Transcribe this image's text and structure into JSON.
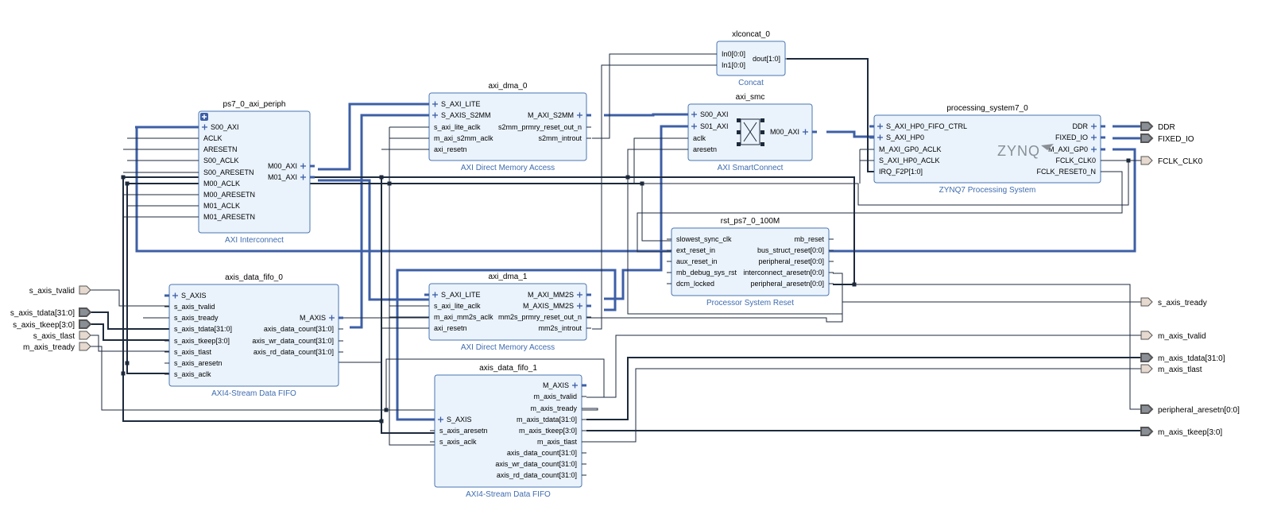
{
  "blocks": {
    "ps7_0_axi_periph": {
      "name": "ps7_0_axi_periph",
      "subtitle": "AXI Interconnect",
      "left_pins": [
        "S00_AXI",
        "ACLK",
        "ARESETN",
        "S00_ACLK",
        "S00_ARESETN",
        "M00_ACLK",
        "M00_ARESETN",
        "M01_ACLK",
        "M01_ARESETN"
      ],
      "right_pins": [
        "M00_AXI",
        "M01_AXI"
      ]
    },
    "axi_dma_0": {
      "name": "axi_dma_0",
      "subtitle": "AXI Direct Memory Access",
      "left_pins": [
        "S_AXI_LITE",
        "S_AXIS_S2MM",
        "s_axi_lite_aclk",
        "m_axi_s2mm_aclk",
        "axi_resetn"
      ],
      "right_pins": [
        "M_AXI_S2MM",
        "s2mm_prmry_reset_out_n",
        "s2mm_introut"
      ]
    },
    "xlconcat_0": {
      "name": "xlconcat_0",
      "subtitle": "Concat",
      "left_pins": [
        "In0[0:0]",
        "In1[0:0]"
      ],
      "right_pins": [
        "dout[1:0]"
      ]
    },
    "axi_smc": {
      "name": "axi_smc",
      "subtitle": "AXI SmartConnect",
      "left_pins": [
        "S00_AXI",
        "S01_AXI",
        "aclk",
        "aresetn"
      ],
      "right_pins": [
        "M00_AXI"
      ]
    },
    "processing_system7_0": {
      "name": "processing_system7_0",
      "subtitle": "ZYNQ7 Processing System",
      "logo": "ZYNQ",
      "left_pins": [
        "S_AXI_HP0_FIFO_CTRL",
        "S_AXI_HP0",
        "M_AXI_GP0_ACLK",
        "S_AXI_HP0_ACLK",
        "IRQ_F2P[1:0]"
      ],
      "right_pins": [
        "DDR",
        "FIXED_IO",
        "M_AXI_GP0",
        "FCLK_CLK0",
        "FCLK_RESET0_N"
      ]
    },
    "rst_ps7_0_100M": {
      "name": "rst_ps7_0_100M",
      "subtitle": "Processor System Reset",
      "left_pins": [
        "slowest_sync_clk",
        "ext_reset_in",
        "aux_reset_in",
        "mb_debug_sys_rst",
        "dcm_locked"
      ],
      "right_pins": [
        "mb_reset",
        "bus_struct_reset[0:0]",
        "peripheral_reset[0:0]",
        "interconnect_aresetn[0:0]",
        "peripheral_aresetn[0:0]"
      ]
    },
    "axis_data_fifo_0": {
      "name": "axis_data_fifo_0",
      "subtitle": "AXI4-Stream Data FIFO",
      "left_pins": [
        "S_AXIS",
        "s_axis_tvalid",
        "s_axis_tready",
        "s_axis_tdata[31:0]",
        "s_axis_tkeep[3:0]",
        "s_axis_tlast",
        "s_axis_aresetn",
        "s_axis_aclk"
      ],
      "right_pins": [
        "M_AXIS",
        "axis_data_count[31:0]",
        "axis_wr_data_count[31:0]",
        "axis_rd_data_count[31:0]"
      ]
    },
    "axi_dma_1": {
      "name": "axi_dma_1",
      "subtitle": "AXI Direct Memory Access",
      "left_pins": [
        "S_AXI_LITE",
        "s_axi_lite_aclk",
        "m_axi_mm2s_aclk",
        "axi_resetn"
      ],
      "right_pins": [
        "M_AXI_MM2S",
        "M_AXIS_MM2S",
        "mm2s_prmry_reset_out_n",
        "mm2s_introut"
      ]
    },
    "axis_data_fifo_1": {
      "name": "axis_data_fifo_1",
      "subtitle": "AXI4-Stream Data FIFO",
      "left_pins": [
        "S_AXIS",
        "s_axis_aresetn",
        "s_axis_aclk"
      ],
      "right_pins": [
        "M_AXIS",
        "m_axis_tvalid",
        "m_axis_tready",
        "m_axis_tdata[31:0]",
        "m_axis_tkeep[3:0]",
        "m_axis_tlast",
        "axis_data_count[31:0]",
        "axis_wr_data_count[31:0]",
        "axis_rd_data_count[31:0]"
      ]
    }
  },
  "input_ports": [
    "s_axis_tvalid",
    "s_axis_tdata[31:0]",
    "s_axis_tkeep[3:0]",
    "s_axis_tlast",
    "m_axis_tready"
  ],
  "output_ports": [
    "DDR",
    "FIXED_IO",
    "FCLK_CLK0",
    "s_axis_tready",
    "m_axis_tvalid",
    "m_axis_tdata[31:0]",
    "m_axis_tlast",
    "peripheral_aresetn[0:0]",
    "m_axis_tkeep[3:0]"
  ],
  "colors": {
    "block_fill": "#eaf3fc",
    "block_border": "#4a74b1",
    "bus": "#3d5fa6",
    "wire": "#1d2a3c",
    "subtitle": "#3f6cb0",
    "port_fill": "#e6d9cf"
  }
}
